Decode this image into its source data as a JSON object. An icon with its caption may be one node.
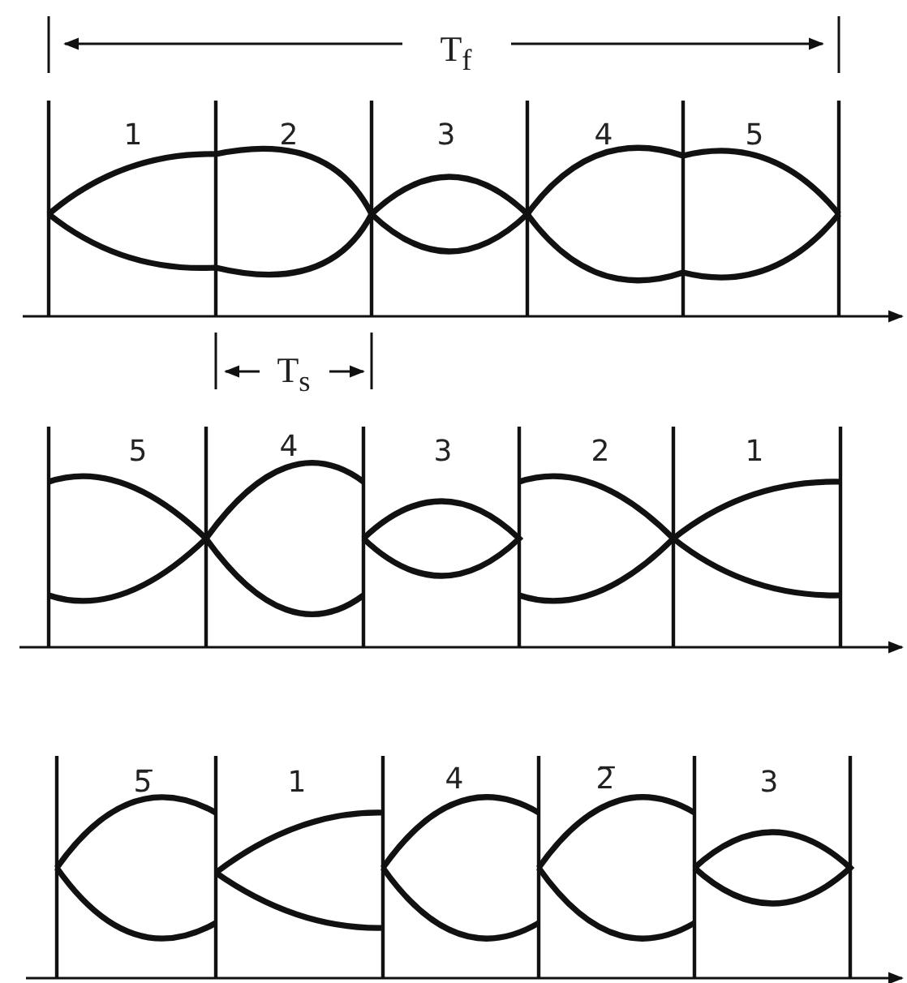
{
  "diagram": {
    "labels": [
      "T$_{f}$",
      "1",
      "2",
      "3",
      "4",
      "5",
      "T$_{s}$",
      "5",
      "4",
      "3",
      "2",
      "1",
      "5̅",
      "1",
      "4",
      "2̅",
      "3"
    ]
  }
}
